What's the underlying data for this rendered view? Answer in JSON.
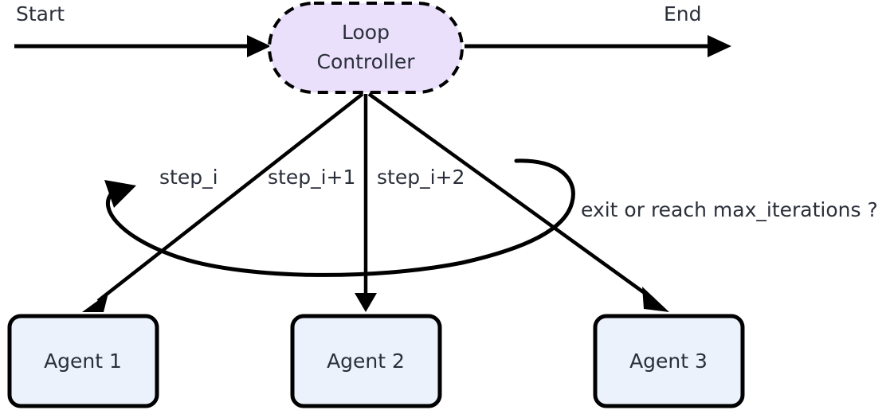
{
  "diagram": {
    "title_text_start": "Start",
    "title_text_end": "End",
    "colors": {
      "controller_fill": "#eae0fc",
      "agent_fill": "#ecf2fb",
      "stroke": "#000000",
      "text": "#2b2f3a",
      "background": "#ffffff"
    },
    "nodes": {
      "controller": {
        "label_line1": "Loop",
        "label_line2": "Controller"
      },
      "agents": [
        {
          "label": "Agent 1"
        },
        {
          "label": "Agent 2"
        },
        {
          "label": "Agent 3"
        }
      ]
    },
    "edges": {
      "start_label": "Start",
      "end_label": "End",
      "step_labels": [
        "step_i",
        "step_i+1",
        "step_i+2"
      ],
      "feedback_label": "exit or reach max_iterations ?"
    }
  }
}
